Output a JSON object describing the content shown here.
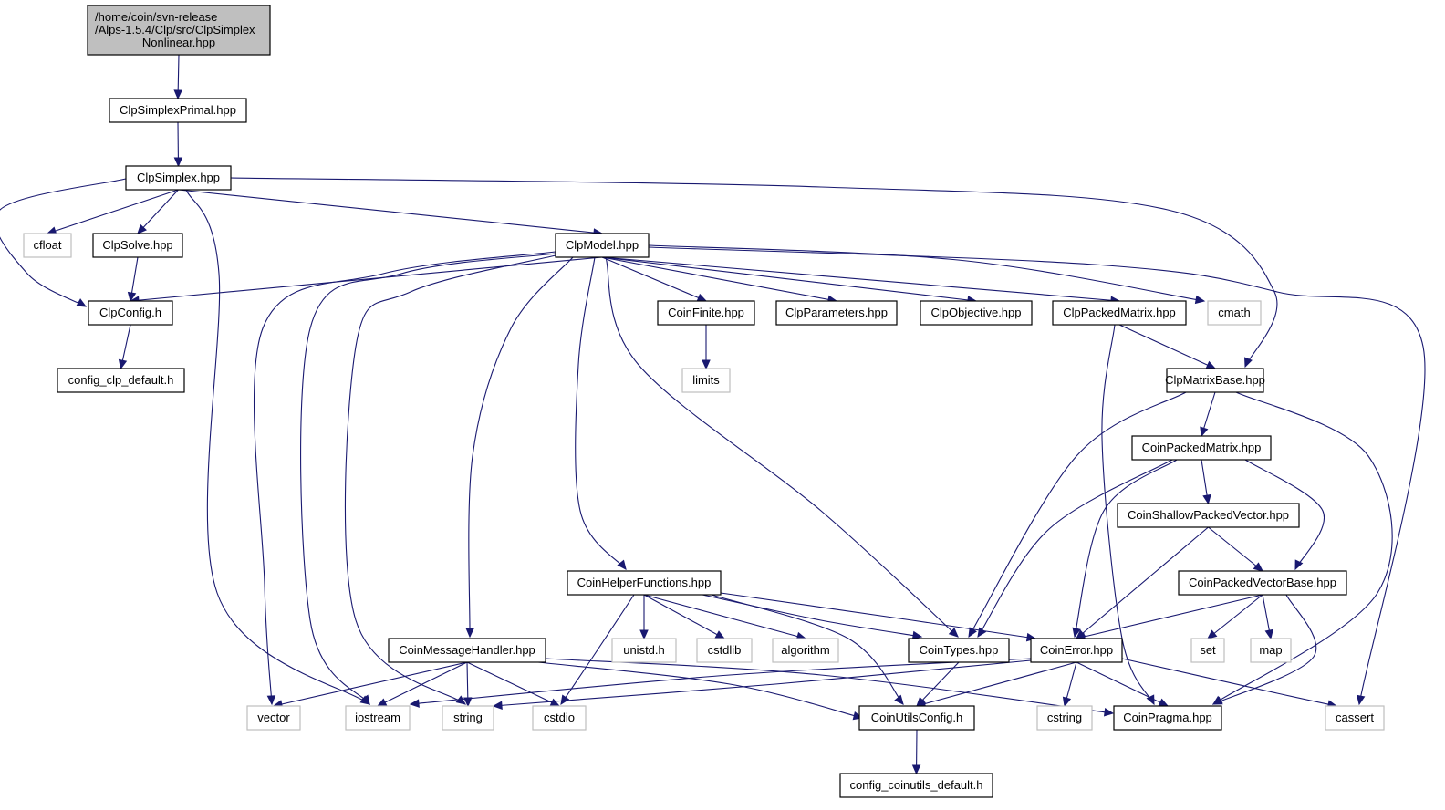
{
  "graph": {
    "type": "include-dependency-graph",
    "colors": {
      "edge": "#191970",
      "root_fill": "#bfbfbf",
      "node_border": "#000000",
      "system_border": "#bfbfbf"
    },
    "nodes": [
      {
        "id": "root",
        "kind": "root",
        "lines": [
          "/home/coin/svn-release",
          "/Alps-1.5.4/Clp/src/ClpSimplex",
          "Nonlinear.hpp"
        ]
      },
      {
        "id": "ClpSimplexPrimal",
        "kind": "file",
        "lines": [
          "ClpSimplexPrimal.hpp"
        ]
      },
      {
        "id": "ClpSimplex",
        "kind": "file",
        "lines": [
          "ClpSimplex.hpp"
        ]
      },
      {
        "id": "cfloat",
        "kind": "system",
        "lines": [
          "cfloat"
        ]
      },
      {
        "id": "ClpSolve",
        "kind": "file",
        "lines": [
          "ClpSolve.hpp"
        ]
      },
      {
        "id": "ClpModel",
        "kind": "file",
        "lines": [
          "ClpModel.hpp"
        ]
      },
      {
        "id": "ClpConfig",
        "kind": "file",
        "lines": [
          "ClpConfig.h"
        ]
      },
      {
        "id": "config_clp_default",
        "kind": "file",
        "lines": [
          "config_clp_default.h"
        ]
      },
      {
        "id": "CoinFinite",
        "kind": "file",
        "lines": [
          "CoinFinite.hpp"
        ]
      },
      {
        "id": "ClpParameters",
        "kind": "file",
        "lines": [
          "ClpParameters.hpp"
        ]
      },
      {
        "id": "ClpObjective",
        "kind": "file",
        "lines": [
          "ClpObjective.hpp"
        ]
      },
      {
        "id": "ClpPackedMatrix",
        "kind": "file",
        "lines": [
          "ClpPackedMatrix.hpp"
        ]
      },
      {
        "id": "cmath",
        "kind": "system",
        "lines": [
          "cmath"
        ]
      },
      {
        "id": "limits",
        "kind": "system",
        "lines": [
          "limits"
        ]
      },
      {
        "id": "ClpMatrixBase",
        "kind": "file",
        "lines": [
          "ClpMatrixBase.hpp"
        ]
      },
      {
        "id": "CoinPackedMatrix",
        "kind": "file",
        "lines": [
          "CoinPackedMatrix.hpp"
        ]
      },
      {
        "id": "CoinShallowPackedVector",
        "kind": "file",
        "lines": [
          "CoinShallowPackedVector.hpp"
        ]
      },
      {
        "id": "CoinPackedVectorBase",
        "kind": "file",
        "lines": [
          "CoinPackedVectorBase.hpp"
        ]
      },
      {
        "id": "CoinHelperFunctions",
        "kind": "file",
        "lines": [
          "CoinHelperFunctions.hpp"
        ]
      },
      {
        "id": "CoinMessageHandler",
        "kind": "file",
        "lines": [
          "CoinMessageHandler.hpp"
        ]
      },
      {
        "id": "unistd",
        "kind": "system",
        "lines": [
          "unistd.h"
        ]
      },
      {
        "id": "cstdlib",
        "kind": "system",
        "lines": [
          "cstdlib"
        ]
      },
      {
        "id": "algorithm",
        "kind": "system",
        "lines": [
          "algorithm"
        ]
      },
      {
        "id": "CoinTypes",
        "kind": "file",
        "lines": [
          "CoinTypes.hpp"
        ]
      },
      {
        "id": "CoinError",
        "kind": "file",
        "lines": [
          "CoinError.hpp"
        ]
      },
      {
        "id": "set",
        "kind": "system",
        "lines": [
          "set"
        ]
      },
      {
        "id": "map",
        "kind": "system",
        "lines": [
          "map"
        ]
      },
      {
        "id": "vector",
        "kind": "system",
        "lines": [
          "vector"
        ]
      },
      {
        "id": "iostream",
        "kind": "system",
        "lines": [
          "iostream"
        ]
      },
      {
        "id": "string",
        "kind": "system",
        "lines": [
          "string"
        ]
      },
      {
        "id": "cstdio",
        "kind": "system",
        "lines": [
          "cstdio"
        ]
      },
      {
        "id": "CoinUtilsConfig",
        "kind": "file",
        "lines": [
          "CoinUtilsConfig.h"
        ]
      },
      {
        "id": "cstring",
        "kind": "system",
        "lines": [
          "cstring"
        ]
      },
      {
        "id": "CoinPragma",
        "kind": "file",
        "lines": [
          "CoinPragma.hpp"
        ]
      },
      {
        "id": "cassert",
        "kind": "system",
        "lines": [
          "cassert"
        ]
      },
      {
        "id": "config_coinutils_default",
        "kind": "file",
        "lines": [
          "config_coinutils_default.h"
        ]
      }
    ],
    "edges": [
      [
        "root",
        "ClpSimplexPrimal"
      ],
      [
        "ClpSimplexPrimal",
        "ClpSimplex"
      ],
      [
        "ClpSimplex",
        "ClpConfig"
      ],
      [
        "ClpSimplex",
        "cfloat"
      ],
      [
        "ClpSimplex",
        "ClpSolve"
      ],
      [
        "ClpSimplex",
        "iostream"
      ],
      [
        "ClpSimplex",
        "ClpModel"
      ],
      [
        "ClpSimplex",
        "ClpMatrixBase"
      ],
      [
        "ClpSolve",
        "ClpConfig"
      ],
      [
        "ClpConfig",
        "config_clp_default"
      ],
      [
        "ClpModel",
        "ClpConfig"
      ],
      [
        "ClpModel",
        "vector"
      ],
      [
        "ClpModel",
        "iostream"
      ],
      [
        "ClpModel",
        "string"
      ],
      [
        "ClpModel",
        "CoinMessageHandler"
      ],
      [
        "ClpModel",
        "CoinHelperFunctions"
      ],
      [
        "ClpModel",
        "CoinTypes"
      ],
      [
        "ClpModel",
        "CoinFinite"
      ],
      [
        "ClpModel",
        "ClpParameters"
      ],
      [
        "ClpModel",
        "ClpObjective"
      ],
      [
        "ClpModel",
        "ClpPackedMatrix"
      ],
      [
        "ClpModel",
        "cmath"
      ],
      [
        "ClpModel",
        "cassert"
      ],
      [
        "CoinFinite",
        "limits"
      ],
      [
        "ClpPackedMatrix",
        "ClpMatrixBase"
      ],
      [
        "ClpPackedMatrix",
        "CoinPragma"
      ],
      [
        "ClpMatrixBase",
        "CoinPackedMatrix"
      ],
      [
        "ClpMatrixBase",
        "CoinTypes"
      ],
      [
        "ClpMatrixBase",
        "CoinPragma"
      ],
      [
        "CoinPackedMatrix",
        "CoinShallowPackedVector"
      ],
      [
        "CoinPackedMatrix",
        "CoinPackedVectorBase"
      ],
      [
        "CoinPackedMatrix",
        "CoinError"
      ],
      [
        "CoinPackedMatrix",
        "CoinTypes"
      ],
      [
        "CoinShallowPackedVector",
        "CoinPackedVectorBase"
      ],
      [
        "CoinShallowPackedVector",
        "CoinError"
      ],
      [
        "CoinPackedVectorBase",
        "CoinError"
      ],
      [
        "CoinPackedVectorBase",
        "set"
      ],
      [
        "CoinPackedVectorBase",
        "map"
      ],
      [
        "CoinPackedVectorBase",
        "CoinPragma"
      ],
      [
        "CoinHelperFunctions",
        "unistd"
      ],
      [
        "CoinHelperFunctions",
        "cstdlib"
      ],
      [
        "CoinHelperFunctions",
        "algorithm"
      ],
      [
        "CoinHelperFunctions",
        "CoinTypes"
      ],
      [
        "CoinHelperFunctions",
        "CoinError"
      ],
      [
        "CoinHelperFunctions",
        "cstdio"
      ],
      [
        "CoinHelperFunctions",
        "CoinUtilsConfig"
      ],
      [
        "CoinMessageHandler",
        "vector"
      ],
      [
        "CoinMessageHandler",
        "iostream"
      ],
      [
        "CoinMessageHandler",
        "string"
      ],
      [
        "CoinMessageHandler",
        "cstdio"
      ],
      [
        "CoinMessageHandler",
        "CoinUtilsConfig"
      ],
      [
        "CoinMessageHandler",
        "CoinPragma"
      ],
      [
        "CoinTypes",
        "CoinUtilsConfig"
      ],
      [
        "CoinError",
        "iostream"
      ],
      [
        "CoinError",
        "string"
      ],
      [
        "CoinError",
        "CoinUtilsConfig"
      ],
      [
        "CoinError",
        "cstring"
      ],
      [
        "CoinError",
        "CoinPragma"
      ],
      [
        "CoinError",
        "cassert"
      ],
      [
        "CoinUtilsConfig",
        "config_coinutils_default"
      ]
    ]
  }
}
